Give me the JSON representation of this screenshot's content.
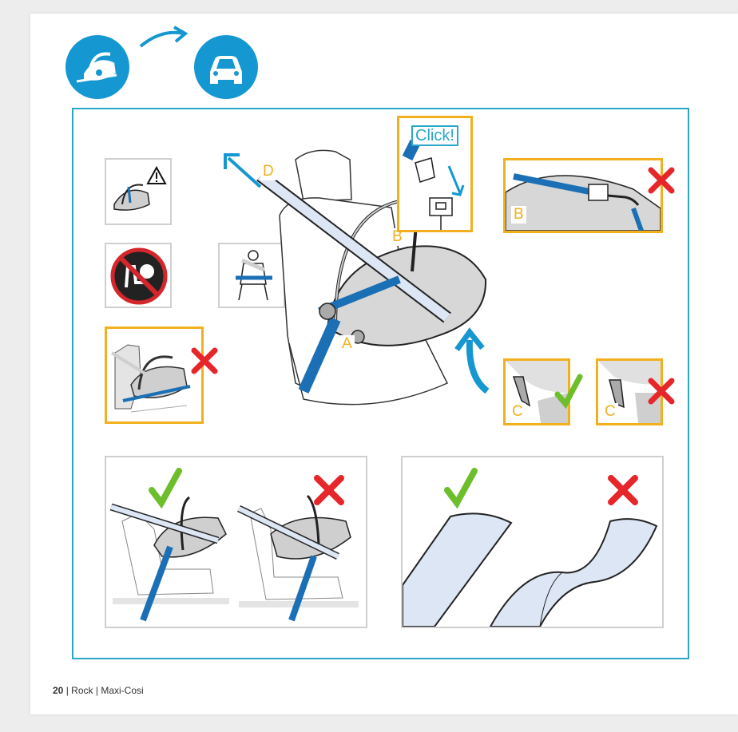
{
  "labels": {
    "a": "A",
    "b": "B",
    "c": "C",
    "d": "D",
    "click": "Click!"
  },
  "footer": {
    "page_number": "20",
    "separator": "|",
    "product": "Rock",
    "brand": "Maxi-Cosi"
  },
  "icons": {
    "infant_carrier": "infant-carrier-icon",
    "car": "car-icon",
    "warning": "warning-icon",
    "no_airbag": "no-airbag-icon",
    "lap_belt": "lap-belt-icon",
    "check": "check-icon",
    "cross": "cross-icon"
  },
  "colors": {
    "frame": "#2aa6c9",
    "highlight": "#f2b01e",
    "belt": "#1b6fb5",
    "check": "#6cbf2a",
    "cross": "#e5262b",
    "icon_circle": "#1597d1"
  }
}
